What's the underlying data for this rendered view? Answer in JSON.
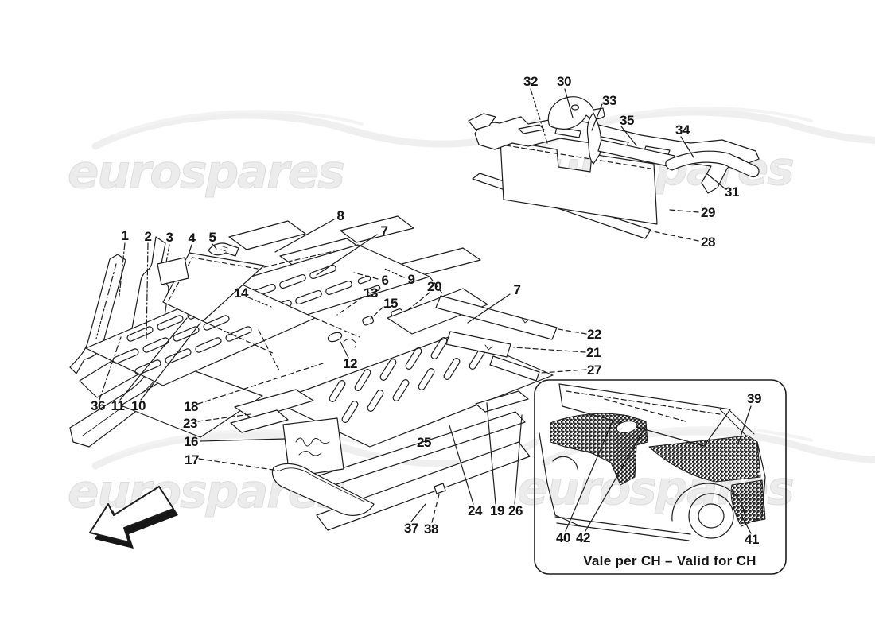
{
  "watermark": {
    "text": "eurospares"
  },
  "inset": {
    "caption": "Vale per CH – Valid for CH"
  },
  "labels": {
    "n1": "1",
    "n2": "2",
    "n3": "3",
    "n4": "4",
    "n5": "5",
    "n6": "6",
    "n7a": "7",
    "n7b": "7",
    "n8": "8",
    "n9": "9",
    "n10": "10",
    "n11": "11",
    "n12": "12",
    "n13": "13",
    "n14": "14",
    "n15": "15",
    "n16": "16",
    "n17": "17",
    "n18": "18",
    "n19": "19",
    "n20": "20",
    "n21": "21",
    "n22": "22",
    "n23": "23",
    "n24": "24",
    "n25": "25",
    "n26": "26",
    "n27": "27",
    "n28": "28",
    "n29": "29",
    "n30": "30",
    "n31": "31",
    "n32": "32",
    "n33": "33",
    "n34": "34",
    "n35": "35",
    "n36": "36",
    "n37": "37",
    "n38": "38",
    "n39": "39",
    "n40": "40",
    "n41": "41",
    "n42": "42"
  }
}
